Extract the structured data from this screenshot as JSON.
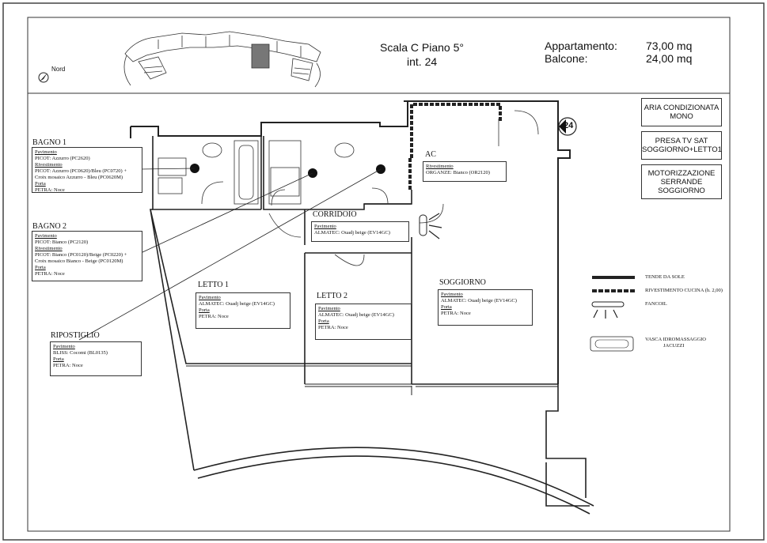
{
  "header": {
    "title_line1": "Scala C Piano 5°",
    "title_line2": "int. 24",
    "appartamento_label": "Appartamento:",
    "appartamento_value": "73,00 mq",
    "balcone_label": "Balcone:",
    "balcone_value": "24,00 mq",
    "north_label": "Nord"
  },
  "features": [
    {
      "line1": "ARIA CONDIZIONATA",
      "line2": "MONO",
      "line3": ""
    },
    {
      "line1": "PRESA TV SAT",
      "line2": "SOGGIORNO+LETTO1",
      "line3": ""
    },
    {
      "line1": "MOTORIZZAZIONE",
      "line2": "SERRANDE",
      "line3": "SOGGIORNO"
    }
  ],
  "unit_badge": "24",
  "rooms": {
    "bagno1": {
      "title": "BAGNO 1",
      "lines": [
        "Pavimento",
        "PICOT: Azzurro (PC2620)",
        "Rivestimento",
        "PICOT: Azzurro (PC0620)/Bleu (PC0720) +",
        "Croix mosaico Azzurro - Bleu (PC0620M)",
        "Porta",
        "PETRA: Noce"
      ]
    },
    "bagno2": {
      "title": "BAGNO 2",
      "lines": [
        "Pavimento",
        "PICOT: Bianco (PC2120)",
        "Rivestimento",
        "PICOT: Bianco (PC0120)/Beige (PC0220) +",
        "Croix mosaico Bianco - Beige (PC0120M)",
        "Porta",
        "PETRA: Noce"
      ]
    },
    "ripostiglio": {
      "title": "RIPOSTIGLIO",
      "lines": [
        "Pavimento",
        "BLISS: Cocomi (BL0135)",
        "Porta",
        "PETRA: Noce"
      ]
    },
    "ac": {
      "title": "AC",
      "lines": [
        "Rivestimento",
        "ORGANZE: Bianco (OR2120)"
      ]
    },
    "corridoio": {
      "title": "CORRIDOIO",
      "lines": [
        "Pavimento",
        "ALMATEC: Ouadj beige (EV14GC)"
      ]
    },
    "letto1": {
      "title": "LETTO 1",
      "lines": [
        "Pavimento",
        "ALMATEC: Ouadj beige (EV14GC)",
        "Porta",
        "PETRA: Noce"
      ]
    },
    "letto2": {
      "title": "LETTO 2",
      "lines": [
        "Pavimento",
        "ALMATEC: Ouadj beige (EV14GC)",
        "Porta",
        "PETRA: Noce"
      ]
    },
    "soggiorno": {
      "title": "SOGGIORNO",
      "lines": [
        "Pavimento",
        "ALMATEC: Ouadj beige (EV14GC)",
        "Porta",
        "PETRA: Noce"
      ]
    }
  },
  "legend": [
    {
      "symbol": "tende-icon",
      "label": "TENDE DA SOLE"
    },
    {
      "symbol": "rivestimento-cucina-icon",
      "label": "RIVESTIMENTO CUCINA  (h. 2,00)"
    },
    {
      "symbol": "fancoil-icon",
      "label": "FANCOIL"
    },
    {
      "symbol": "vasca-icon",
      "label": "VASCA IDROMASSAGGIO"
    },
    {
      "symbol": "",
      "label": "JACUZZI"
    }
  ]
}
